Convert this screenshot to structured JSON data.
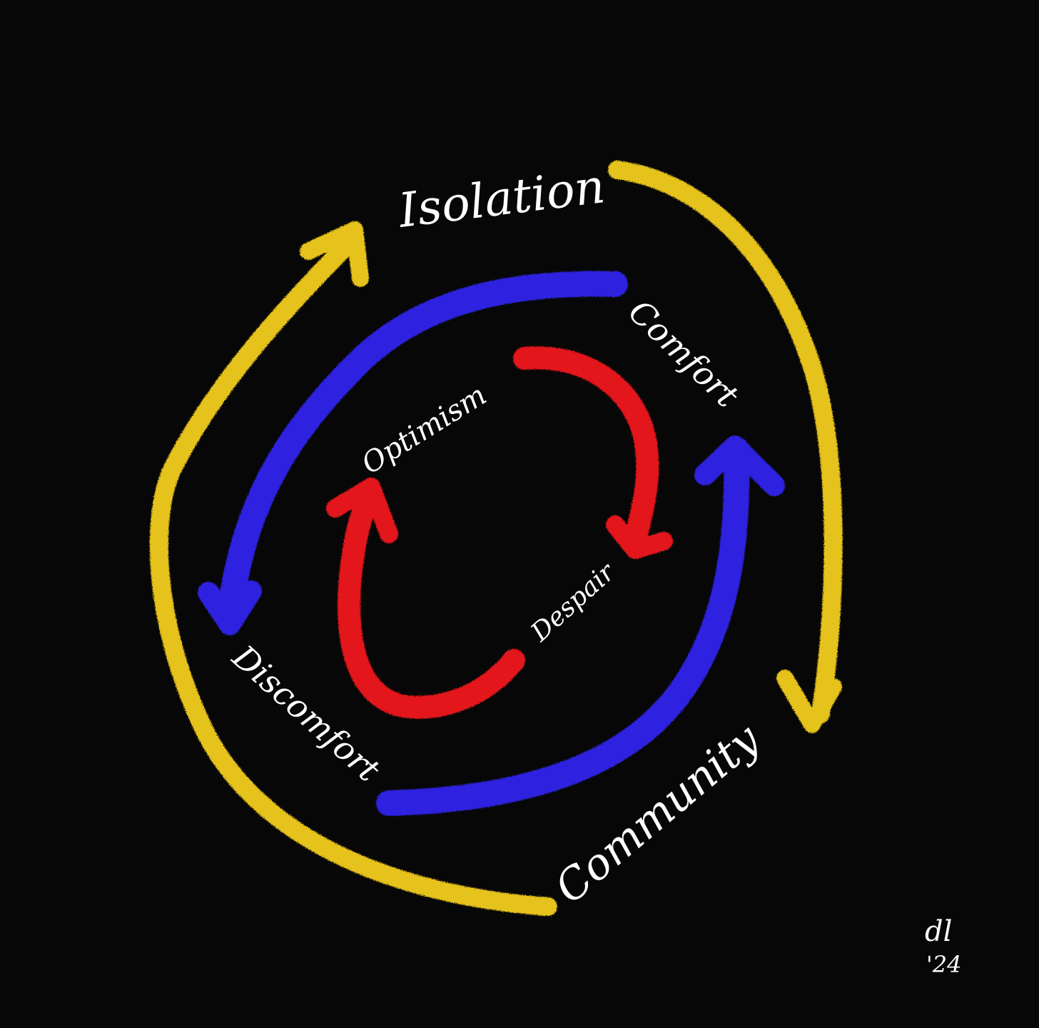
{
  "colors": {
    "background": "#070707",
    "outer_loop": "#e6c21e",
    "middle_loop": "#2f22e0",
    "inner_loop": "#e3141b",
    "text": "#ffffff"
  },
  "labels": {
    "isolation": "Isolation",
    "community": "Community",
    "comfort": "Comfort",
    "discomfort": "Discomfort",
    "optimism": "Optimism",
    "despair": "Despair"
  },
  "signature": {
    "initials": "dl",
    "year": "'24"
  }
}
